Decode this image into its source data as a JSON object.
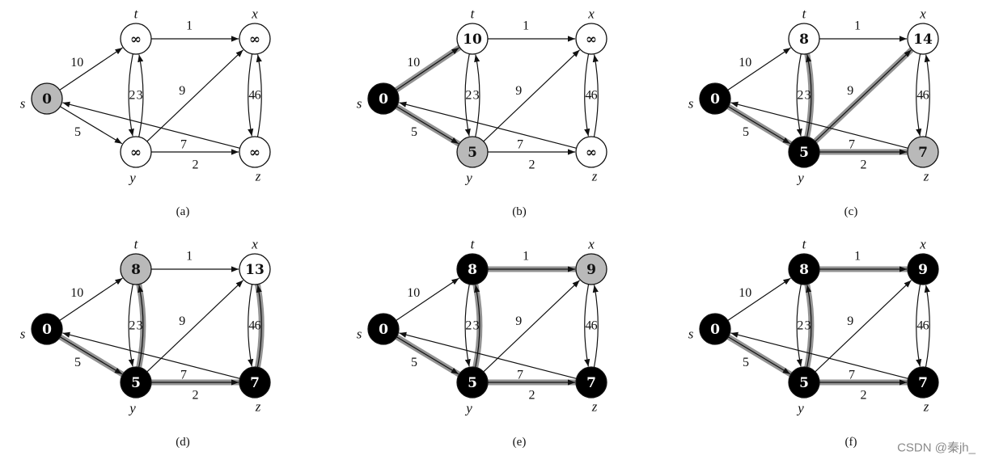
{
  "colors": {
    "black_node": "#000000",
    "gray_node": "#b9b9b9",
    "white_node": "#ffffff",
    "shortest_path_edge": "#8d8d8d",
    "edge": "#111111",
    "watermark": "#8a8a8a"
  },
  "vertices": [
    {
      "id": "s",
      "name": "s"
    },
    {
      "id": "t",
      "name": "t"
    },
    {
      "id": "x",
      "name": "x"
    },
    {
      "id": "y",
      "name": "y"
    },
    {
      "id": "z",
      "name": "z"
    }
  ],
  "edges": [
    {
      "id": "s-t",
      "from": "s",
      "to": "t",
      "weight": "10"
    },
    {
      "id": "s-y",
      "from": "s",
      "to": "y",
      "weight": "5"
    },
    {
      "id": "t-x",
      "from": "t",
      "to": "x",
      "weight": "1"
    },
    {
      "id": "t-y",
      "from": "t",
      "to": "y",
      "weight": "2"
    },
    {
      "id": "y-t",
      "from": "y",
      "to": "t",
      "weight": "3"
    },
    {
      "id": "y-x",
      "from": "y",
      "to": "x",
      "weight": "9"
    },
    {
      "id": "y-z",
      "from": "y",
      "to": "z",
      "weight": "2"
    },
    {
      "id": "x-z",
      "from": "x",
      "to": "z",
      "weight": "4"
    },
    {
      "id": "z-x",
      "from": "z",
      "to": "x",
      "weight": "6"
    },
    {
      "id": "z-s",
      "from": "z",
      "to": "s",
      "weight": "7"
    }
  ],
  "panels": [
    {
      "caption": "(a)",
      "nodes": {
        "s": {
          "value": "0",
          "state": "gray"
        },
        "t": {
          "value": "∞",
          "state": "white"
        },
        "x": {
          "value": "∞",
          "state": "white"
        },
        "y": {
          "value": "∞",
          "state": "white"
        },
        "z": {
          "value": "∞",
          "state": "white"
        }
      },
      "highlighted_edges": []
    },
    {
      "caption": "(b)",
      "nodes": {
        "s": {
          "value": "0",
          "state": "black"
        },
        "t": {
          "value": "10",
          "state": "white"
        },
        "x": {
          "value": "∞",
          "state": "white"
        },
        "y": {
          "value": "5",
          "state": "gray"
        },
        "z": {
          "value": "∞",
          "state": "white"
        }
      },
      "highlighted_edges": [
        "s-t",
        "s-y"
      ]
    },
    {
      "caption": "(c)",
      "nodes": {
        "s": {
          "value": "0",
          "state": "black"
        },
        "t": {
          "value": "8",
          "state": "white"
        },
        "x": {
          "value": "14",
          "state": "white"
        },
        "y": {
          "value": "5",
          "state": "black"
        },
        "z": {
          "value": "7",
          "state": "gray"
        }
      },
      "highlighted_edges": [
        "s-y",
        "y-t",
        "y-x",
        "y-z"
      ]
    },
    {
      "caption": "(d)",
      "nodes": {
        "s": {
          "value": "0",
          "state": "black"
        },
        "t": {
          "value": "8",
          "state": "gray"
        },
        "x": {
          "value": "13",
          "state": "white"
        },
        "y": {
          "value": "5",
          "state": "black"
        },
        "z": {
          "value": "7",
          "state": "black"
        }
      },
      "highlighted_edges": [
        "s-y",
        "y-t",
        "y-z",
        "z-x"
      ]
    },
    {
      "caption": "(e)",
      "nodes": {
        "s": {
          "value": "0",
          "state": "black"
        },
        "t": {
          "value": "8",
          "state": "black"
        },
        "x": {
          "value": "9",
          "state": "gray"
        },
        "y": {
          "value": "5",
          "state": "black"
        },
        "z": {
          "value": "7",
          "state": "black"
        }
      },
      "highlighted_edges": [
        "s-y",
        "y-t",
        "y-z",
        "t-x"
      ]
    },
    {
      "caption": "(f)",
      "nodes": {
        "s": {
          "value": "0",
          "state": "black"
        },
        "t": {
          "value": "8",
          "state": "black"
        },
        "x": {
          "value": "9",
          "state": "black"
        },
        "y": {
          "value": "5",
          "state": "black"
        },
        "z": {
          "value": "7",
          "state": "black"
        }
      },
      "highlighted_edges": [
        "s-y",
        "y-t",
        "y-z",
        "t-x"
      ]
    }
  ],
  "watermark": "CSDN @秦jh_"
}
